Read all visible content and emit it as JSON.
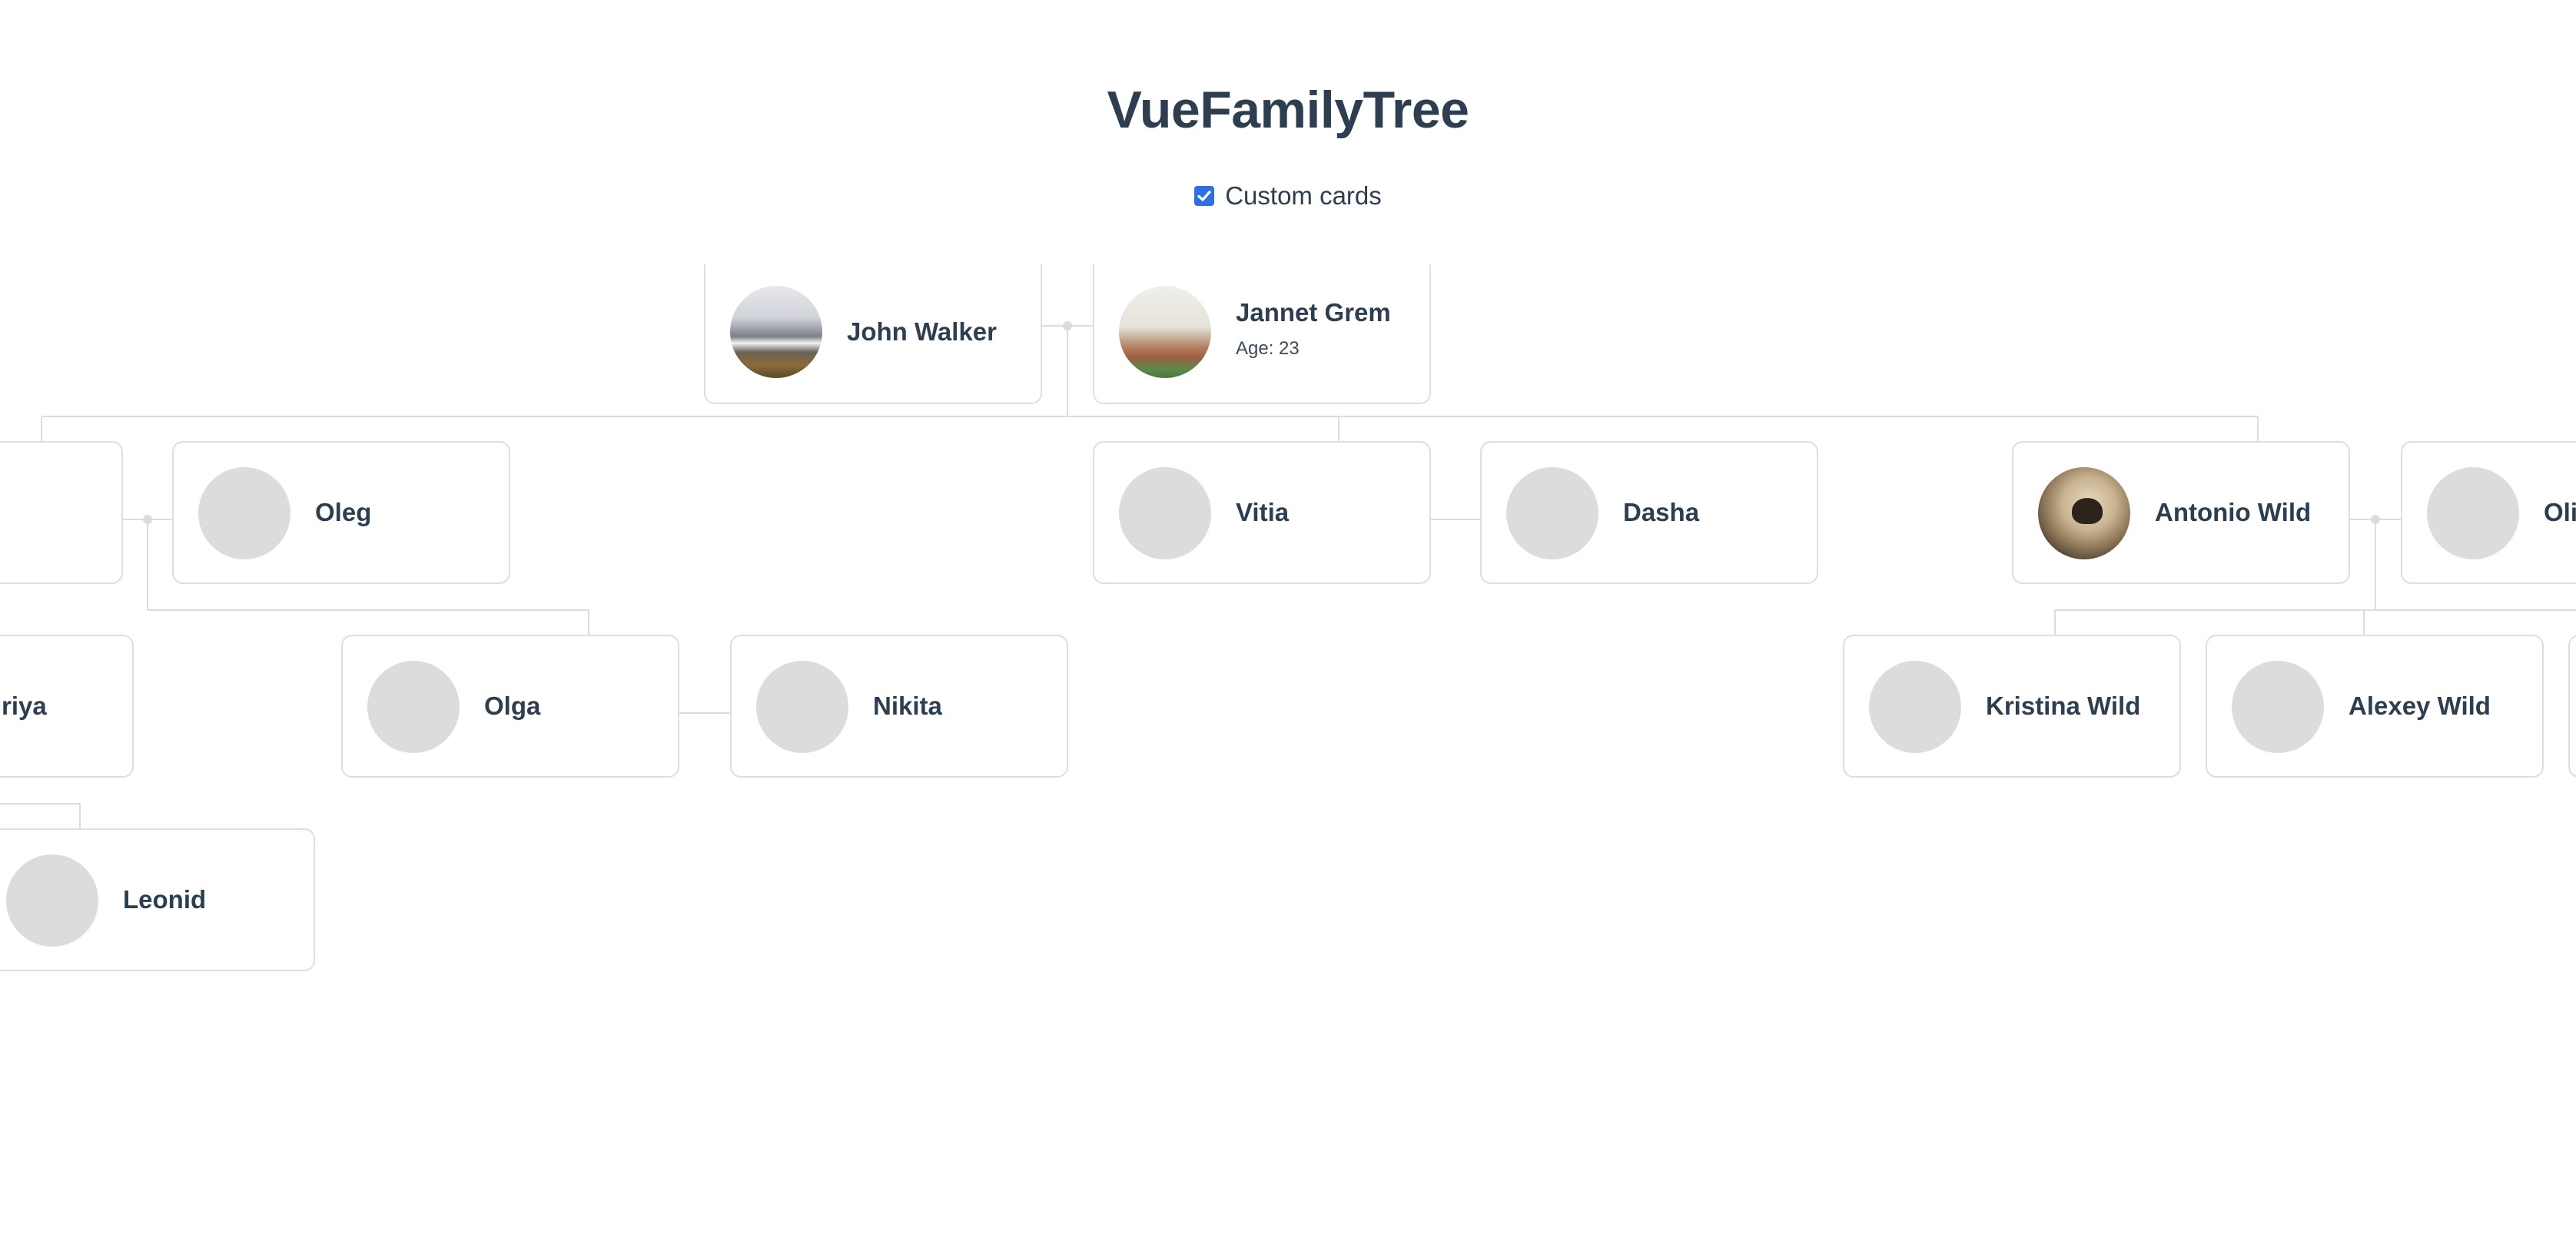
{
  "app": {
    "title": "VueFamilyTree",
    "custom_cards_label": "Custom cards",
    "custom_cards_checked": true
  },
  "people": {
    "john_walker": {
      "name": "John Walker"
    },
    "jannet_grem": {
      "name": "Jannet Grem",
      "age": "Age: 23"
    },
    "oleg": {
      "name": "Oleg"
    },
    "vitia": {
      "name": "Vitia"
    },
    "dasha": {
      "name": "Dasha"
    },
    "antonio_wild": {
      "name": "Antonio Wild"
    },
    "oli_partial": {
      "name": "Oli"
    },
    "riya_partial": {
      "name": "riya"
    },
    "olga": {
      "name": "Olga"
    },
    "nikita": {
      "name": "Nikita"
    },
    "kristina_wild": {
      "name": "Kristina Wild"
    },
    "alexey_wild": {
      "name": "Alexey Wild"
    },
    "leonid": {
      "name": "Leonid"
    }
  },
  "colors": {
    "accent": "#2f6fe4",
    "text": "#2c3e50",
    "card_border": "#dedede",
    "connector": "#dcdcdc",
    "avatar_placeholder": "#dcdcdc"
  }
}
